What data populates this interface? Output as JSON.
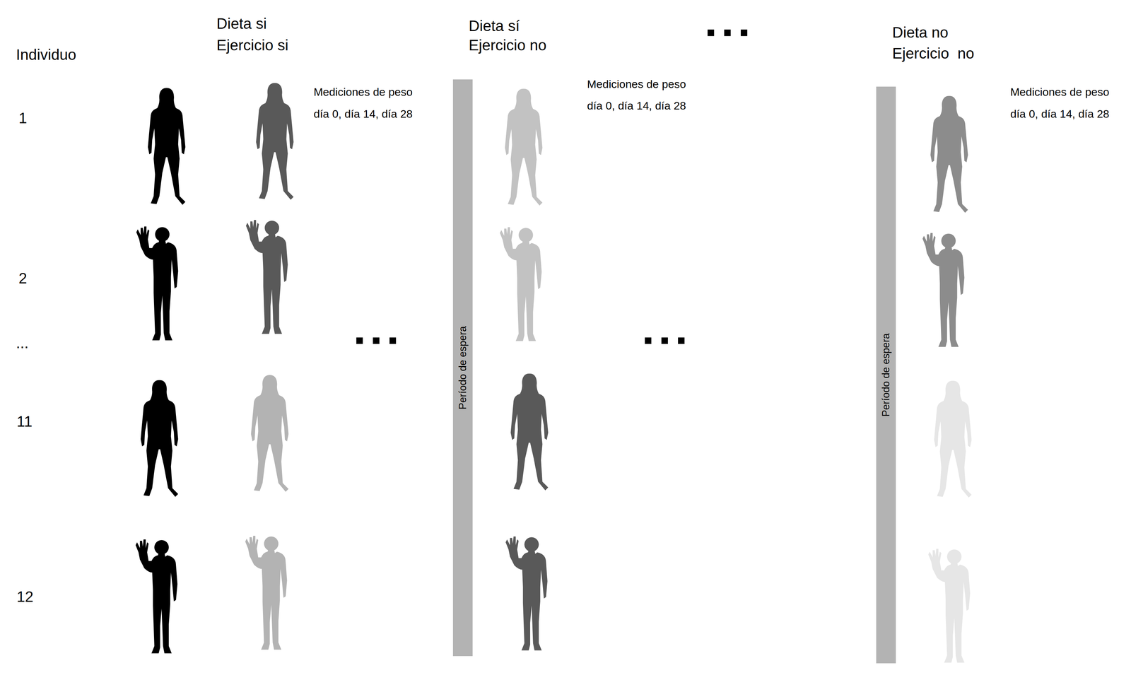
{
  "diagram": {
    "nodes": [
      {
        "text": [
          "Período de espera"
        ]
      },
      {
        "text": [
          "Período de espera"
        ]
      }
    ],
    "labels": [
      "Individuo",
      "Dieta si",
      "Ejercicio si",
      "Dieta sí",
      "Ejercicio no",
      "Dieta no",
      "Ejercicio  no",
      "Mediciones de peso",
      "día 0, día 14, día 28",
      "Mediciones de peso",
      "día 0, día 14, día 28",
      "Mediciones de peso",
      "día 0, día 14, día 28",
      "1",
      "2",
      "...",
      "11",
      "12"
    ]
  }
}
